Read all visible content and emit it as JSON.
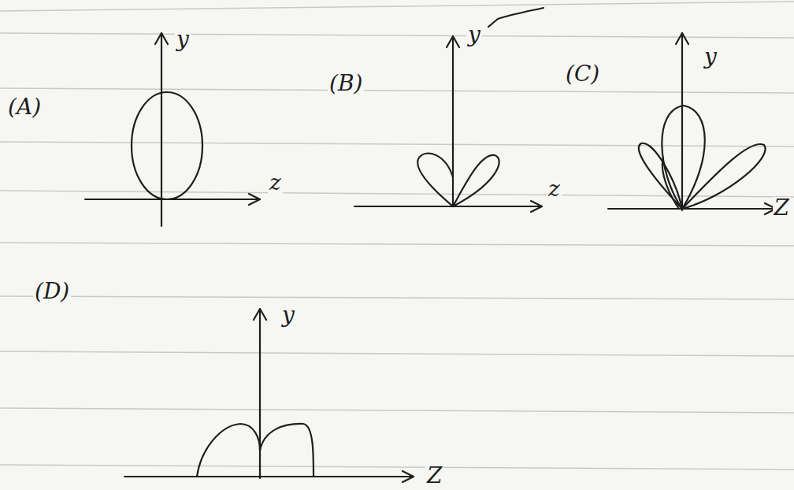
{
  "diagram": {
    "labels": [
      "(A)",
      "y",
      "z",
      "(B)",
      "y",
      "z",
      "(C)",
      "y",
      "Z",
      "(D)",
      "y",
      "Z"
    ]
  }
}
